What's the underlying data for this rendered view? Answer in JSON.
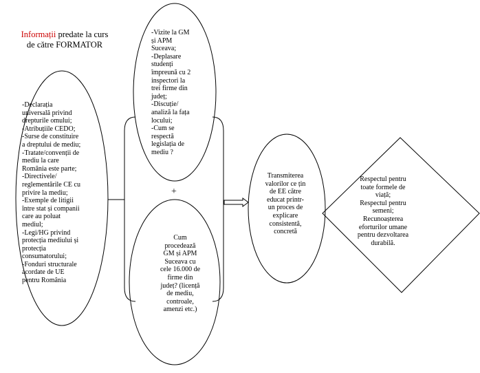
{
  "title": {
    "highlight": "Informații",
    "line1_rest": " predate la curs",
    "line2": "de către  FORMATOR"
  },
  "left_ellipse": {
    "lines": [
      "-Declarația",
      "universală privind",
      "drepturile omului;",
      "-Atribuțiile CEDO;",
      "-Surse de constituire",
      "a dreptului de mediu;",
      "-Tratate/convenții de",
      "mediu la care",
      "România este parte;",
      "-Directivele/",
      "reglementările CE cu",
      "privire la mediu;",
      "-Exemple de litigii",
      "între stat și companii",
      "care au poluat",
      "mediul;",
      "-Legi/HG privind",
      "protecția mediului și",
      "protecția",
      "consumatorului;",
      "-Fonduri structurale",
      "acordate de UE",
      "pentru România"
    ]
  },
  "top_ellipse": {
    "lines": [
      "-Vizite la GM",
      "și APM",
      "Suceava;",
      "-Deplasare",
      "studenți",
      "împreună cu 2",
      "inspectori la",
      "trei firme din",
      "județ;",
      "-Discuție/",
      "analiză la fața",
      "locului;",
      "-Cum se",
      "respectă",
      "legislația de",
      "mediu ?"
    ]
  },
  "plus": "+",
  "bottom_ellipse": {
    "lines": [
      "Cum",
      "procedează",
      "GM și APM",
      "Suceava cu",
      "cele 16.000 de",
      "firme din",
      "județ? (licență",
      "de mediu,",
      "controale,",
      "amenzi etc.)"
    ]
  },
  "circle": {
    "lines": [
      "Transmiterea",
      "valorilor ce țin",
      "de EE către",
      "educat printr-",
      "un proces de",
      "explicare",
      "consistentă,",
      "concretă"
    ]
  },
  "diamond": {
    "lines": [
      "Respectul pentru",
      "toate formele de",
      "viață;",
      "Respectul pentru",
      "semeni;",
      "Recunoașterea",
      "eforturilor umane",
      "pentru dezvoltarea",
      "durabilă."
    ]
  }
}
